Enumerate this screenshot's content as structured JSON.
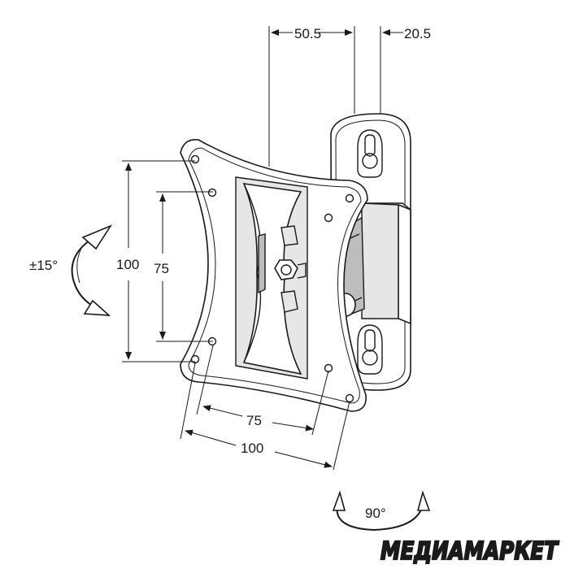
{
  "dimensions": {
    "top_left": "50.5",
    "top_right": "20.5",
    "height_outer": "100",
    "height_inner": "75",
    "width_inner": "75",
    "width_outer": "100",
    "tilt": "±15°",
    "swivel": "90°"
  },
  "brand": {
    "logo_text": "МЕДИАМАРКЕТ",
    "logo_color": "#f2e600",
    "logo_outline": "#1a1a1a"
  }
}
